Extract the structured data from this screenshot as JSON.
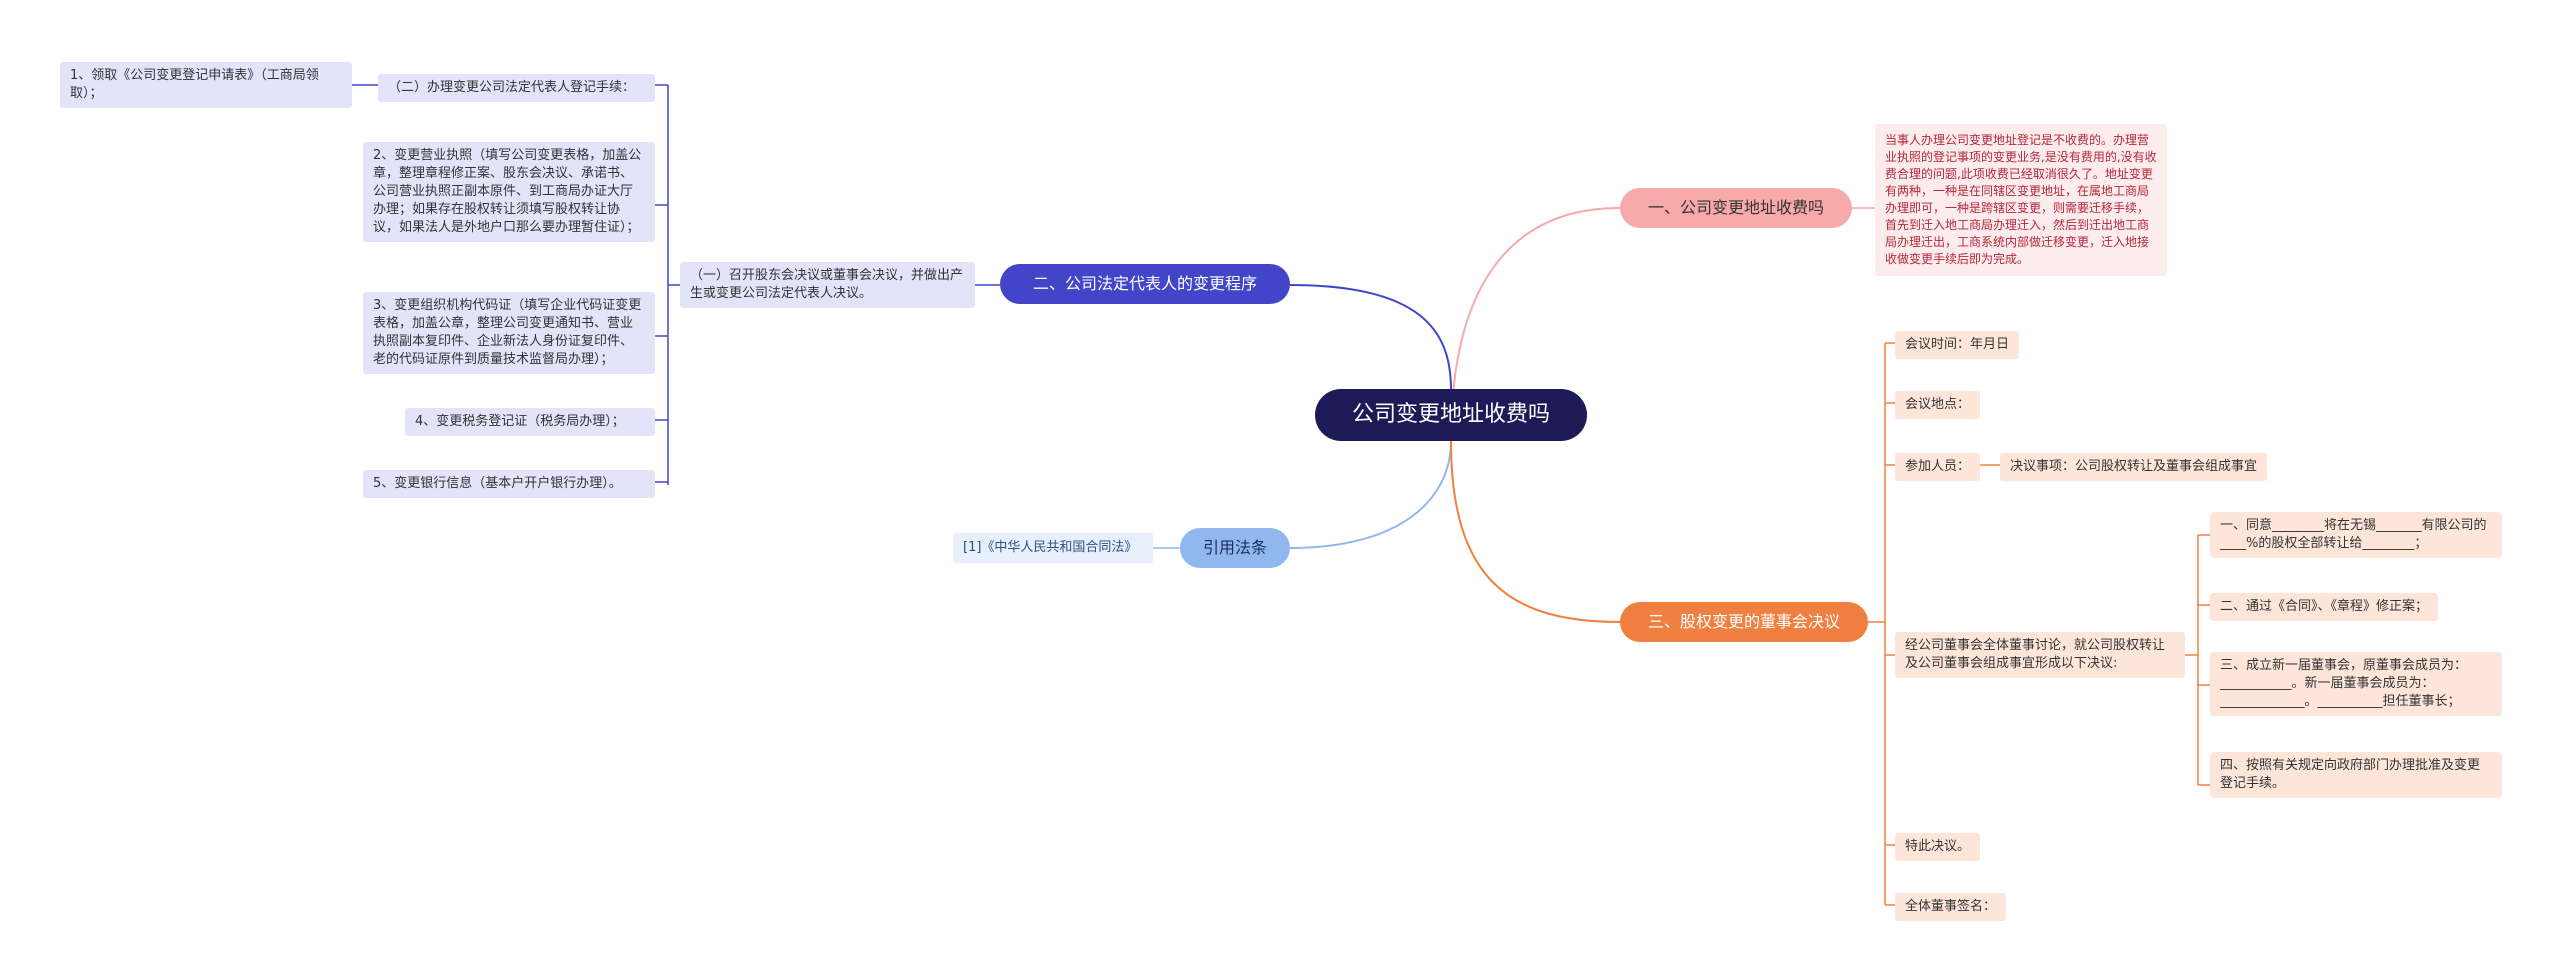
{
  "root": "公司变更地址收费吗",
  "colors": {
    "root": "#1c1a57",
    "branch1": "#f7a8a8",
    "branch2": "#4345c8",
    "branch3": "#f08040",
    "cite": "#90b8ee"
  },
  "branch1": {
    "title": "一、公司变更地址收费吗",
    "desc": "当事人办理公司变更地址登记是不收费的。办理营业执照的登记事项的变更业务,是没有费用的,没有收费合理的问题,此项收费已经取消很久了。地址变更有两种，一种是在同辖区变更地址，在属地工商局办理即可，一种是跨辖区变更，则需要迁移手续，首先到迁入地工商局办理迁入，然后到迁出地工商局办理迁出，工商系统内部做迁移变更，迁入地接收做变更手续后即为完成。"
  },
  "branch2": {
    "title": "二、公司法定代表人的变更程序",
    "step1": "（一）召开股东会决议或董事会决议，并做出产生或变更公司法定代表人决议。",
    "step2": "（二）办理变更公司法定代表人登记手续：",
    "items": [
      "1、领取《公司变更登记申请表》（工商局领取）；",
      "2、变更营业执照（填写公司变更表格，加盖公章，整理章程修正案、股东会决议、承诺书、公司营业执照正副本原件、到工商局办证大厅办理；如果存在股权转让须填写股权转让协议，如果法人是外地户口那么要办理暂住证）；",
      "3、变更组织机构代码证（填写企业代码证变更表格，加盖公章，整理公司变更通知书、营业执照副本复印件、企业新法人身份证复印件、老的代码证原件到质量技术监督局办理）；",
      "4、变更税务登记证（税务局办理）；",
      "5、变更银行信息（基本户开户银行办理）。"
    ]
  },
  "cite": {
    "title": "引用法条",
    "item": "[1]《中华人民共和国合同法》"
  },
  "branch3": {
    "title": "三、股权变更的董事会决议",
    "time": "会议时间：年月日",
    "place": "会议地点：",
    "attendees": "参加人员：",
    "matter": "决议事项：公司股权转让及董事会组成事宜",
    "discussion": "经公司董事会全体董事讨论，就公司股权转让及公司董事会组成事宜形成以下决议:",
    "resolutions": [
      "一、同意________将在无锡_______有限公司的____%的股权全部转让给________；",
      "二、通过《合同》、《章程》修正案；",
      "三、成立新一届董事会，原董事会成员为：___________。新一届董事会成员为：_____________。__________担任董事长；",
      "四、按照有关规定向政府部门办理批准及变更登记手续。"
    ],
    "special": "特此决议。",
    "sign": "全体董事签名："
  }
}
